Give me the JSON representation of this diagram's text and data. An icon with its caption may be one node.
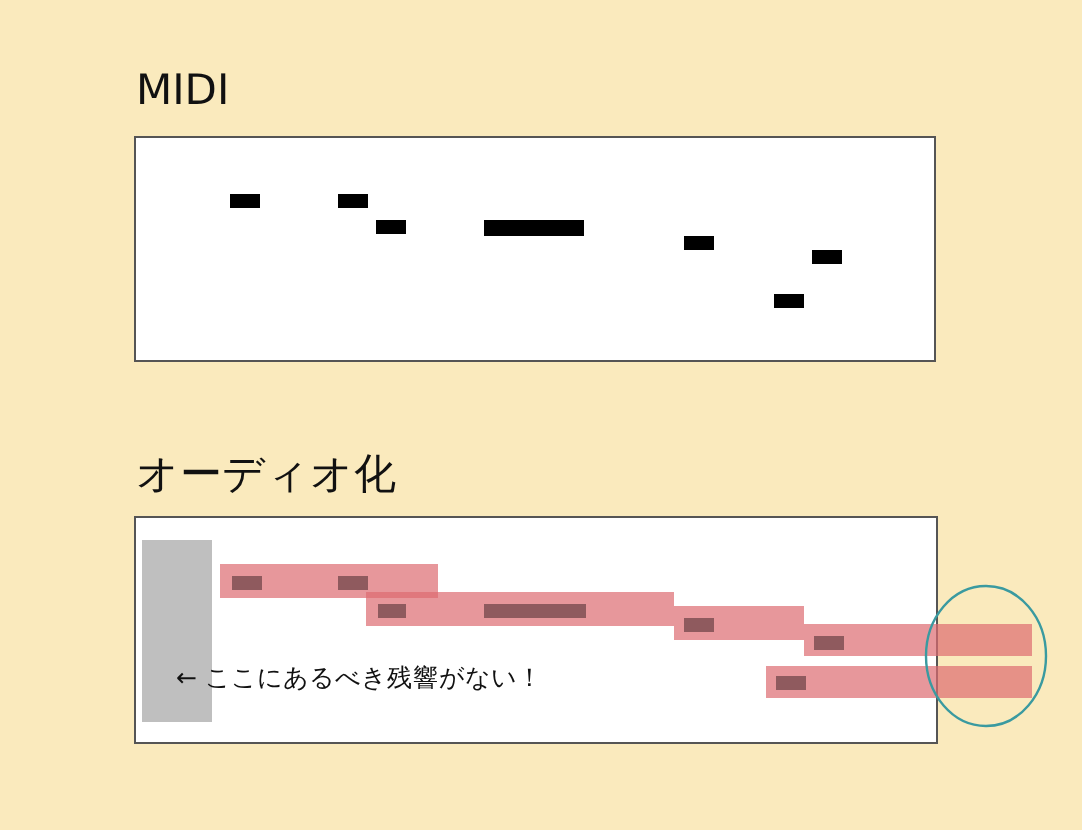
{
  "diagram": {
    "nodes": [
      {
        "text": [
          "MIDI"
        ]
      },
      {
        "text": [
          "オーディオ化"
        ]
      }
    ],
    "labels": [
      "← ここにあるべき残響がない！"
    ]
  }
}
